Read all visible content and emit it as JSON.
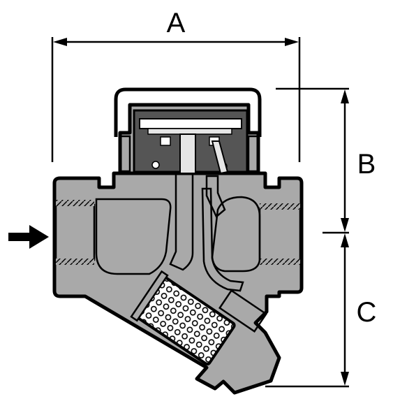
{
  "dimensions": {
    "a": "A",
    "b": "B",
    "c": "C"
  },
  "colors": {
    "body": "#a9a9a9",
    "cavity": "#e6e6e6",
    "cap_dark": "#555555",
    "outline": "#000000"
  },
  "icons": {
    "flow_arrow": "arrow-right-icon"
  }
}
